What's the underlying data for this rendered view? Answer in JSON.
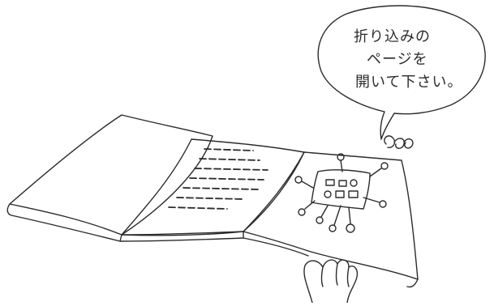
{
  "speech_bubble": {
    "lines": [
      "折り込みの",
      "ページを",
      "開いて下さい。"
    ]
  },
  "colors": {
    "ink": "#2b2b2b",
    "paper": "#ffffff"
  }
}
